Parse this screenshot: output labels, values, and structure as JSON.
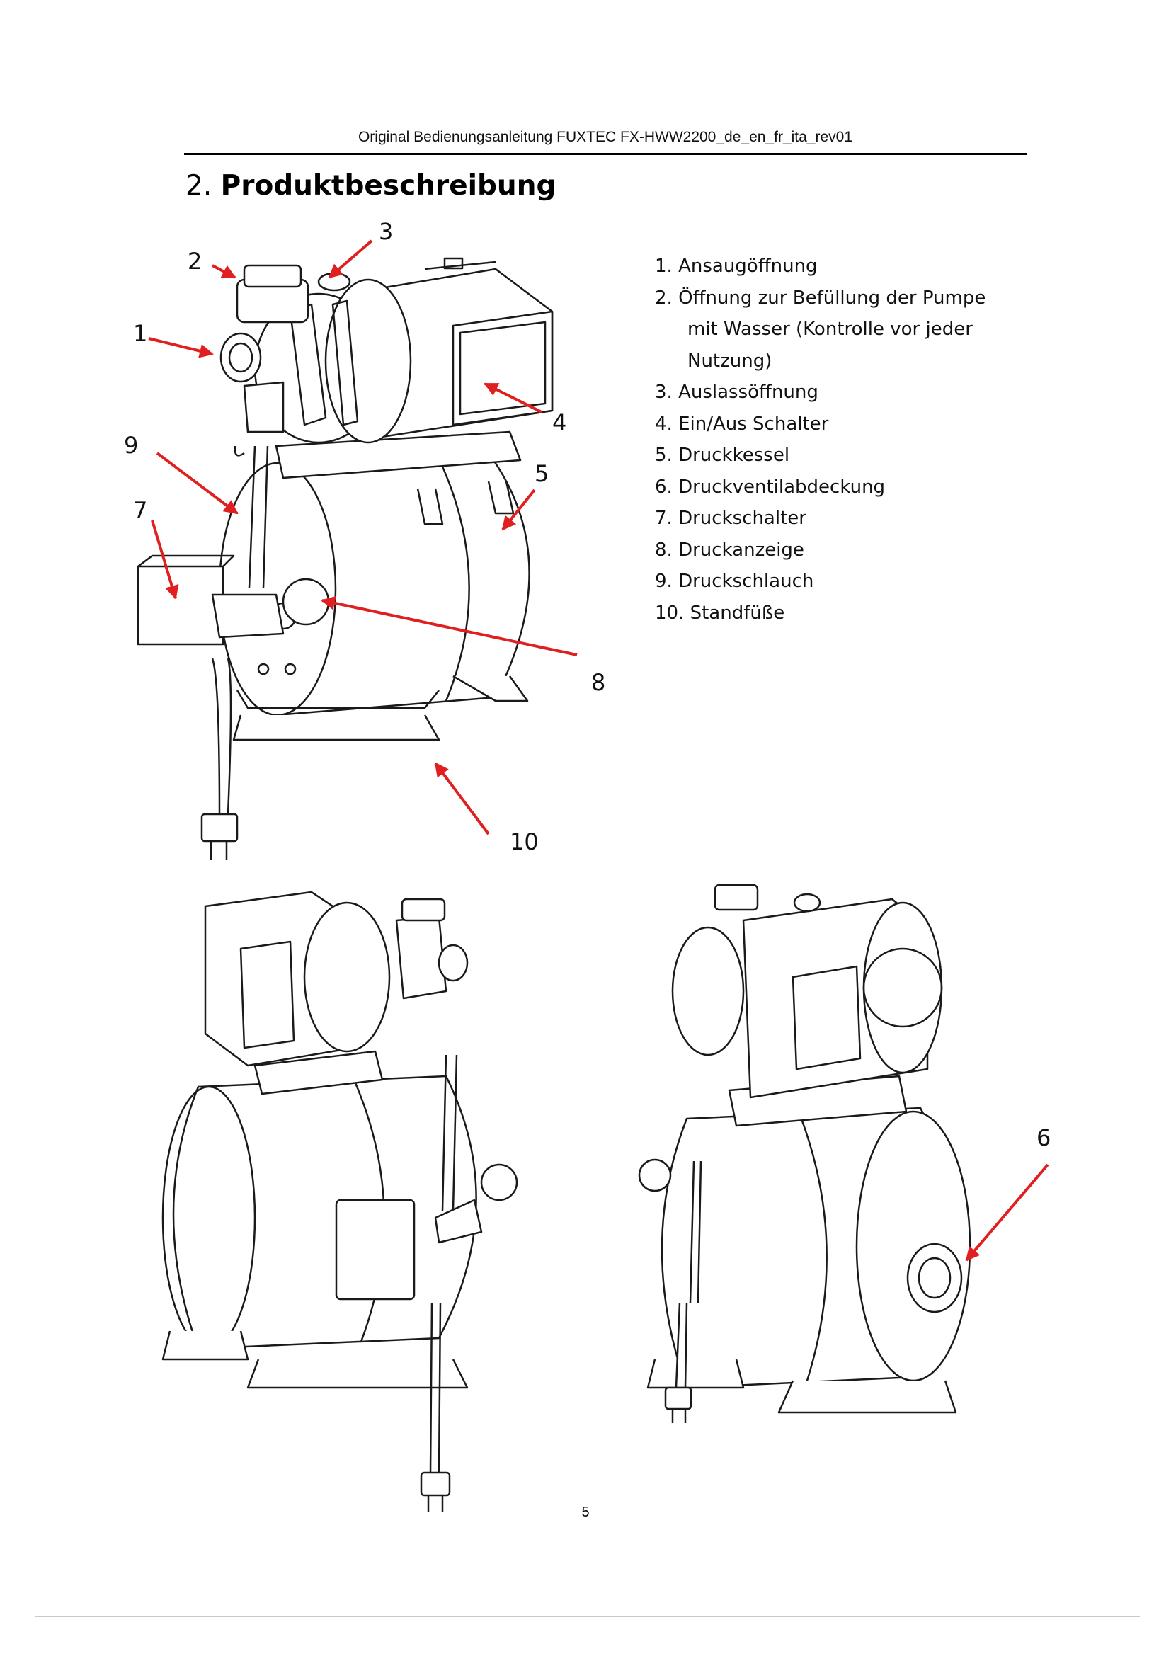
{
  "header": {
    "text": "Original Bedienungsanleitung FUXTEC FX-HWW2200_de_en_fr_ita_rev01"
  },
  "section": {
    "number": "2.",
    "title": "Produktbeschreibung"
  },
  "parts": [
    "1. Ansaugöffnung",
    "2. Öffnung zur Befüllung der Pumpe",
    "mit Wasser (Kontrolle vor jeder",
    "Nutzung)",
    "3. Auslassöffnung",
    "4. Ein/Aus Schalter",
    "5. Druckkessel",
    "6. Druckventilabdeckung",
    "7. Druckschalter",
    "8. Druckanzeige",
    "9. Druckschlauch",
    "10. Standfüße"
  ],
  "callouts": {
    "c1": "1",
    "c2": "2",
    "c3": "3",
    "c4": "4",
    "c5": "5",
    "c6": "6",
    "c7": "7",
    "c8": "8",
    "c9": "9",
    "c10": "10"
  },
  "colors": {
    "arrow": "#e02020",
    "line": "#1a1a1a"
  },
  "footer": {
    "page_number": "5"
  }
}
